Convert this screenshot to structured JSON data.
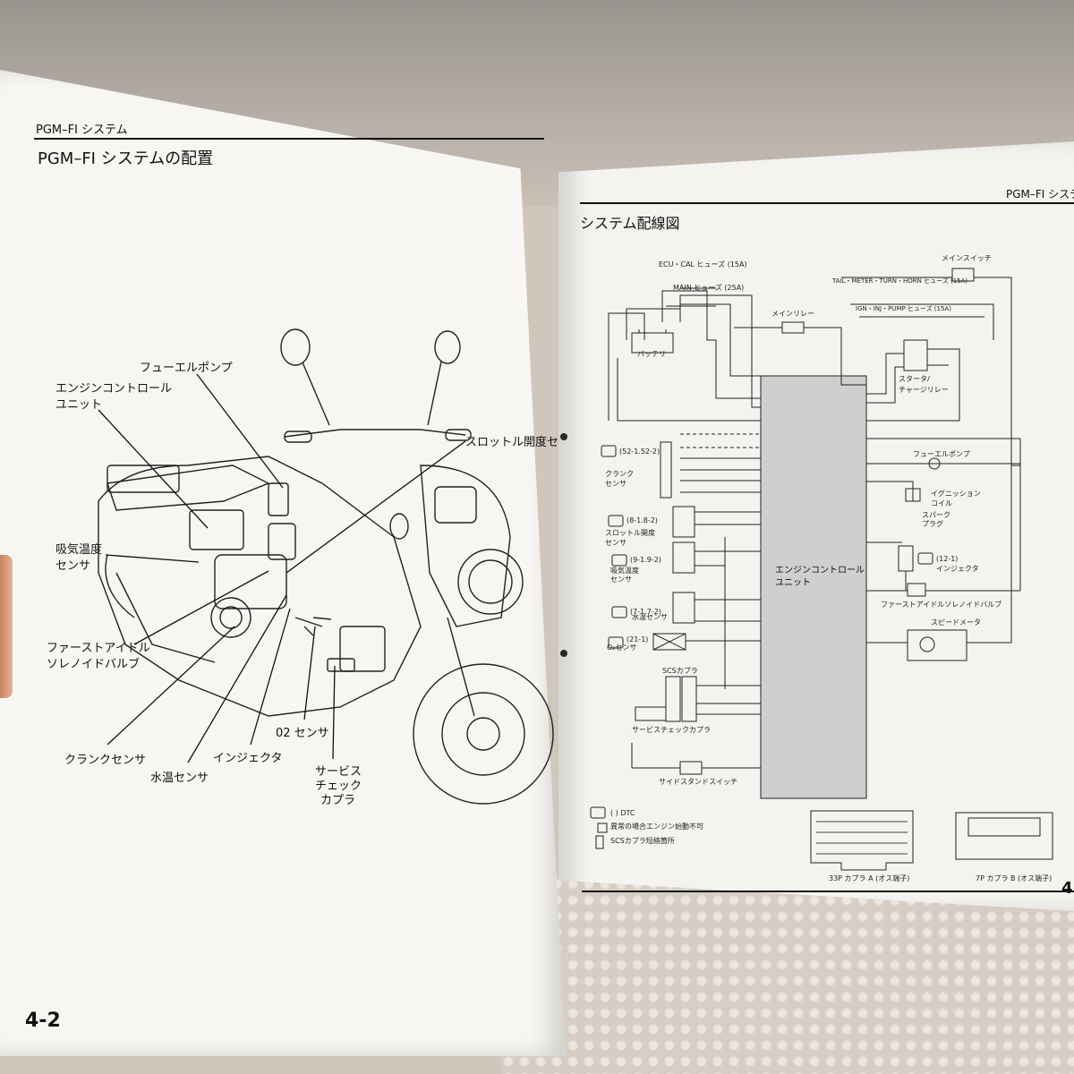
{
  "left_page": {
    "running_header": "PGM–FI システム",
    "title": "PGM–FI システムの配置",
    "page_number": "4-2",
    "callouts": {
      "fuel_pump": "フューエルポンプ",
      "ecu_line1": "エンジンコントロール",
      "ecu_line2": "ユニット",
      "throttle_sensor": "スロットル開度センサ",
      "iat_line1": "吸気温度",
      "iat_line2": "センサ",
      "fast_idle_line1": "ファーストアイドル",
      "fast_idle_line2": "ソレノイドバルブ",
      "crank_sensor": "クランクセンサ",
      "water_temp_sensor": "水温センサ",
      "injector": "インジェクタ",
      "o2_sensor": "02 センサ",
      "scs_line1": "サービス",
      "scs_line2": "チェック",
      "scs_line3": "カプラ"
    }
  },
  "right_page": {
    "running_header": "PGM–FI システ",
    "title": "システム配線図",
    "page_number": "4",
    "labels": {
      "main_switch": "メインスイッチ",
      "ecu_cal_fuse": "ECU・CAL ヒューズ (15A)",
      "tail_meter_fuse": "TAIL・METER・TURN・HORN ヒューズ (15A)",
      "main_fuse": "MAIN ヒューズ (25A)",
      "main_relay": "メインリレー",
      "ign_inj_fuse": "IGN・INJ・PUMP ヒューズ (15A)",
      "battery": "バッテリ",
      "starter_relay_1": "スタータ/",
      "starter_relay_2": "チャージリレー",
      "crank_sensor_1": "クランク",
      "crank_sensor_2": "センサ",
      "fuel_pump": "フューエルポンプ",
      "ign_coil_1": "イグニッション",
      "ign_coil_2": "コイル",
      "spark_plug_1": "スパーク",
      "spark_plug_2": "プラグ",
      "throttle_1": "スロットル開度",
      "throttle_2": "センサ",
      "iat_1": "吸気温度",
      "iat_2": "センサ",
      "ecu_1": "エンジンコントロール",
      "ecu_2": "ユニット",
      "injector": "インジェクタ",
      "water_temp": "水温センサ",
      "fast_idle": "ファーストアイドルソレノイドバルブ",
      "o2_sensor": "O₂センサ",
      "speedometer": "スピードメータ",
      "scs_coupler": "SCSカプラ",
      "service_check": "サービスチェックカプラ",
      "side_stand": "サイドスタンドスイッチ",
      "legend_dtc": "( ) DTC",
      "legend_no_start": "異常の場合エンジン始動不可",
      "legend_scs": "SCSカプラ短絡箇所",
      "coupler_a": "33P カプラ A (オス端子)",
      "coupler_b": "7P カプラ B (オス端子)"
    },
    "dtc_codes": [
      "(52-1.52-2)",
      "(8-1.8-2)",
      "(9-1.9-2)",
      "(7-1.7-2)",
      "(21-1)",
      "(12-1)"
    ]
  }
}
